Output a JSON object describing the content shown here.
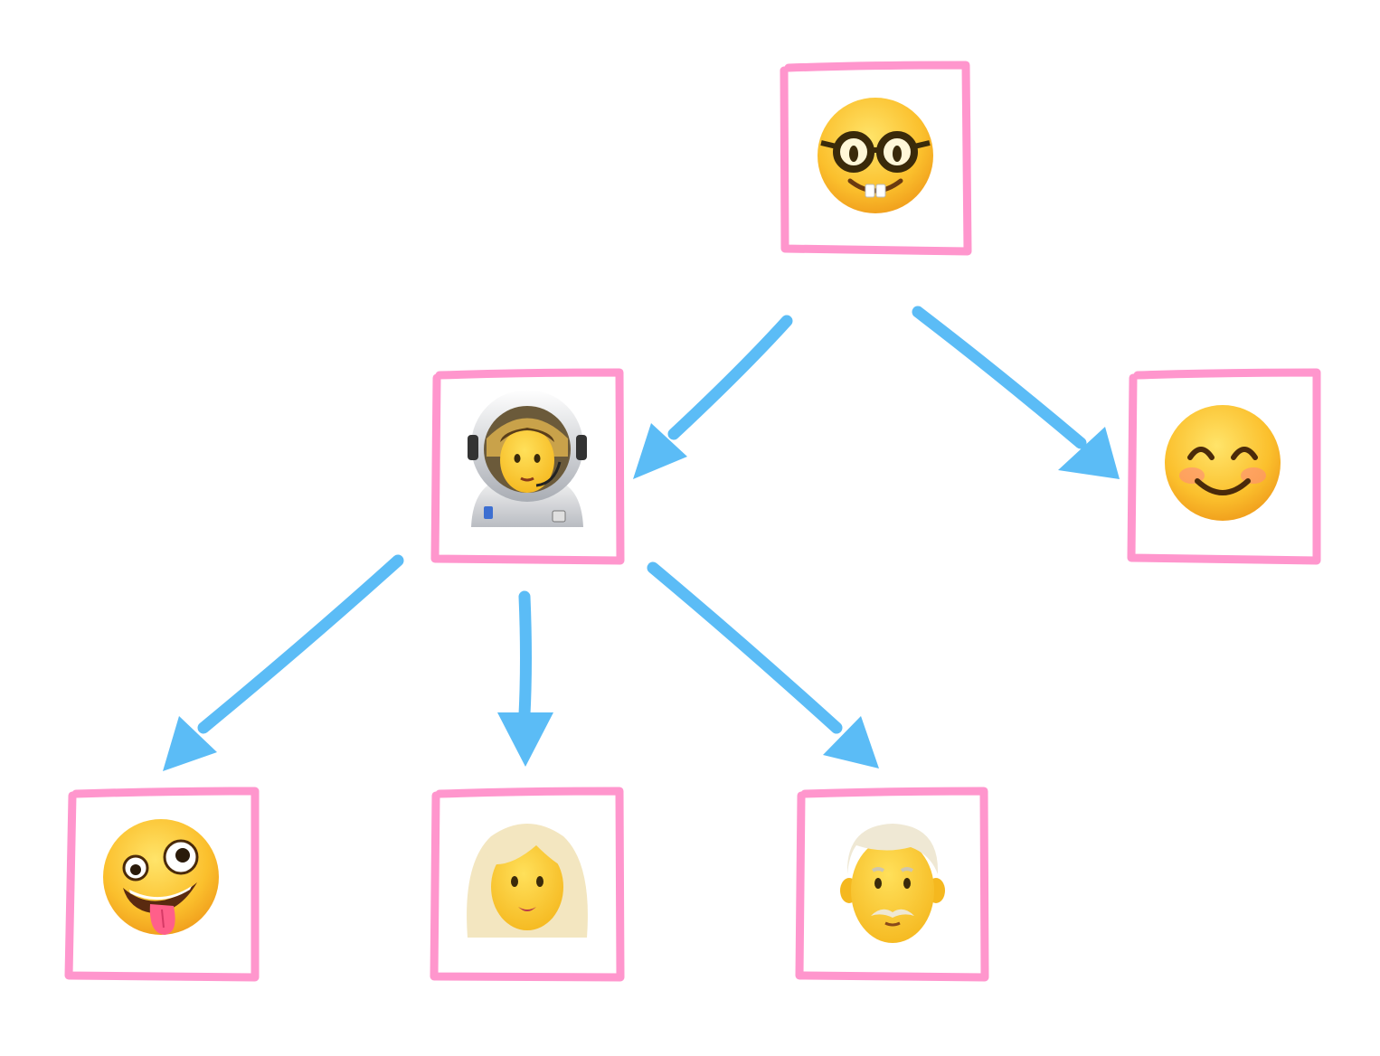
{
  "colors": {
    "box": "#ff96cd",
    "arrow": "#5bbcf6",
    "background": "#ffffff"
  },
  "nodes": [
    {
      "id": "root",
      "icon": "nerd-face-icon"
    },
    {
      "id": "astronaut",
      "icon": "woman-astronaut-icon"
    },
    {
      "id": "smile",
      "icon": "smiling-face-icon"
    },
    {
      "id": "zany",
      "icon": "zany-face-icon"
    },
    {
      "id": "woman",
      "icon": "woman-blond-icon"
    },
    {
      "id": "man",
      "icon": "old-man-icon"
    }
  ],
  "edges": [
    {
      "from": "root",
      "to": "astronaut"
    },
    {
      "from": "root",
      "to": "smile"
    },
    {
      "from": "astronaut",
      "to": "zany"
    },
    {
      "from": "astronaut",
      "to": "woman"
    },
    {
      "from": "astronaut",
      "to": "man"
    }
  ]
}
